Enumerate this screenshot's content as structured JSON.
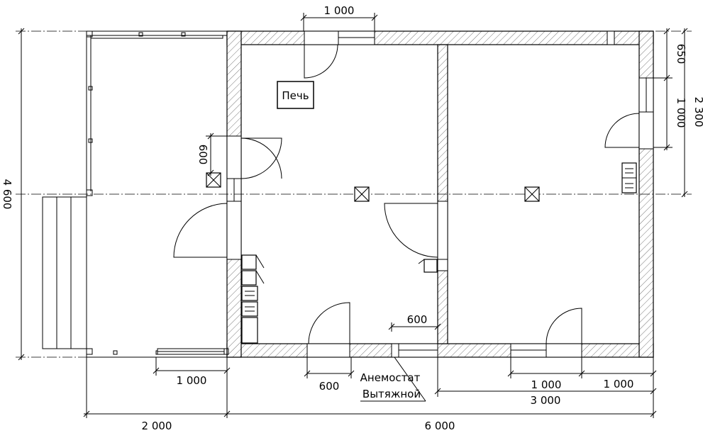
{
  "dimensions": {
    "top_1000": "1 000",
    "right_650": "650",
    "right_1000": "1 000",
    "right_2300": "2 300",
    "left_4600": "4 600",
    "inner_600_vertical": "600",
    "inner_600_bottom": "600",
    "bottom_1000_left": "1 000",
    "bottom_600": "600",
    "bottom_1000_mid": "1 000",
    "bottom_1000_right": "1 000",
    "bottom_3000": "3 000",
    "bottom_2000": "2 000",
    "bottom_6000": "6 000"
  },
  "labels": {
    "stove": "Печь",
    "anemostat_line1": "Анемостат",
    "anemostat_line2": "Вытяжной"
  }
}
